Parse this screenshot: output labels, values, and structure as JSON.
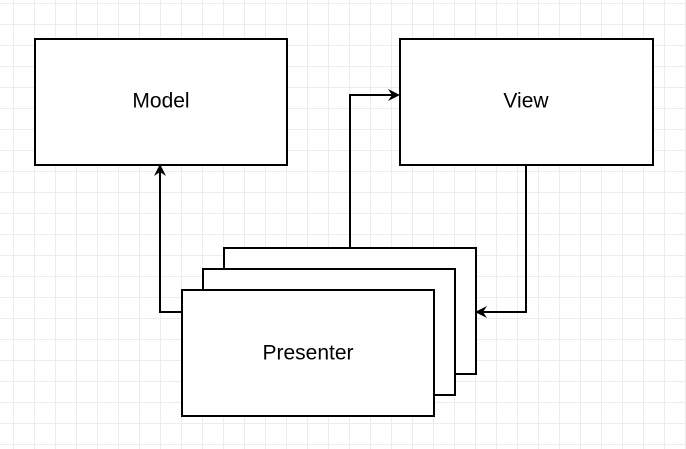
{
  "diagram": {
    "nodes": {
      "model": {
        "label": "Model"
      },
      "view": {
        "label": "View"
      },
      "presenter": {
        "label": "Presenter"
      }
    },
    "edges": [
      {
        "from": "presenter",
        "to": "model"
      },
      {
        "from": "presenter",
        "to": "view"
      },
      {
        "from": "view",
        "to": "presenter"
      }
    ],
    "colors": {
      "stroke": "#000000",
      "fill": "#ffffff",
      "grid": "#ececec"
    }
  }
}
